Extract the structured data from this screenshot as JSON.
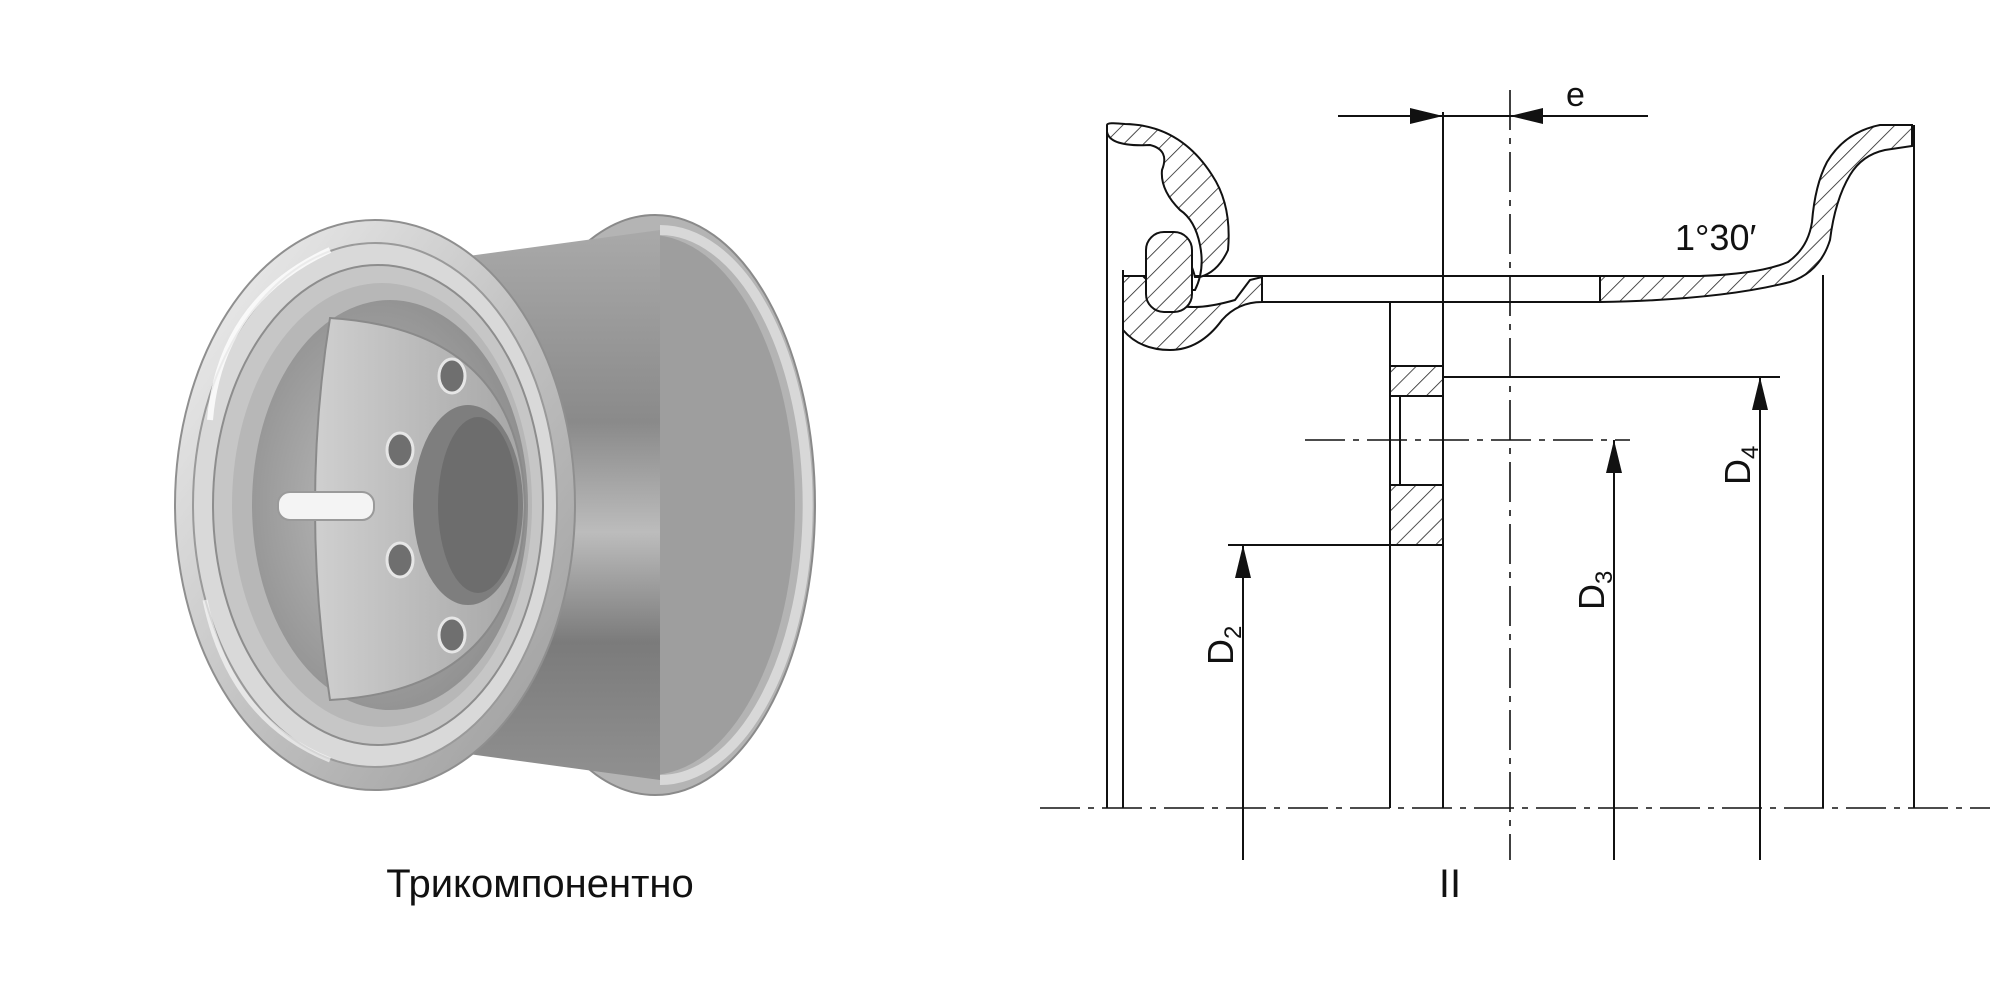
{
  "figure": {
    "left_caption": "Трикомпонентно",
    "right_caption": "II"
  },
  "drawing": {
    "labels": {
      "offset": "e",
      "angle": "1°30′",
      "d2": "D",
      "d2_sub": "2",
      "d3": "D",
      "d3_sub": "3",
      "d4": "D",
      "d4_sub": "4"
    }
  }
}
